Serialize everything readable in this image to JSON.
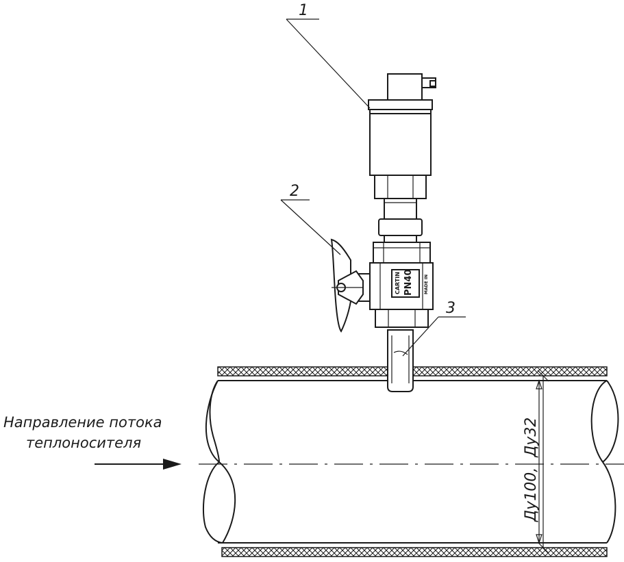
{
  "labels": {
    "flow_line1": "Направление потока",
    "flow_line2": "теплоносителя",
    "dim_outer": "Ду100",
    "dim_inner": "Ду32",
    "sep": ","
  },
  "callouts": [
    {
      "num": "1"
    },
    {
      "num": "2"
    },
    {
      "num": "3"
    }
  ],
  "valve_marking": {
    "brand": "CARTIN",
    "pn": "PN40",
    "size": "MADE IN"
  }
}
